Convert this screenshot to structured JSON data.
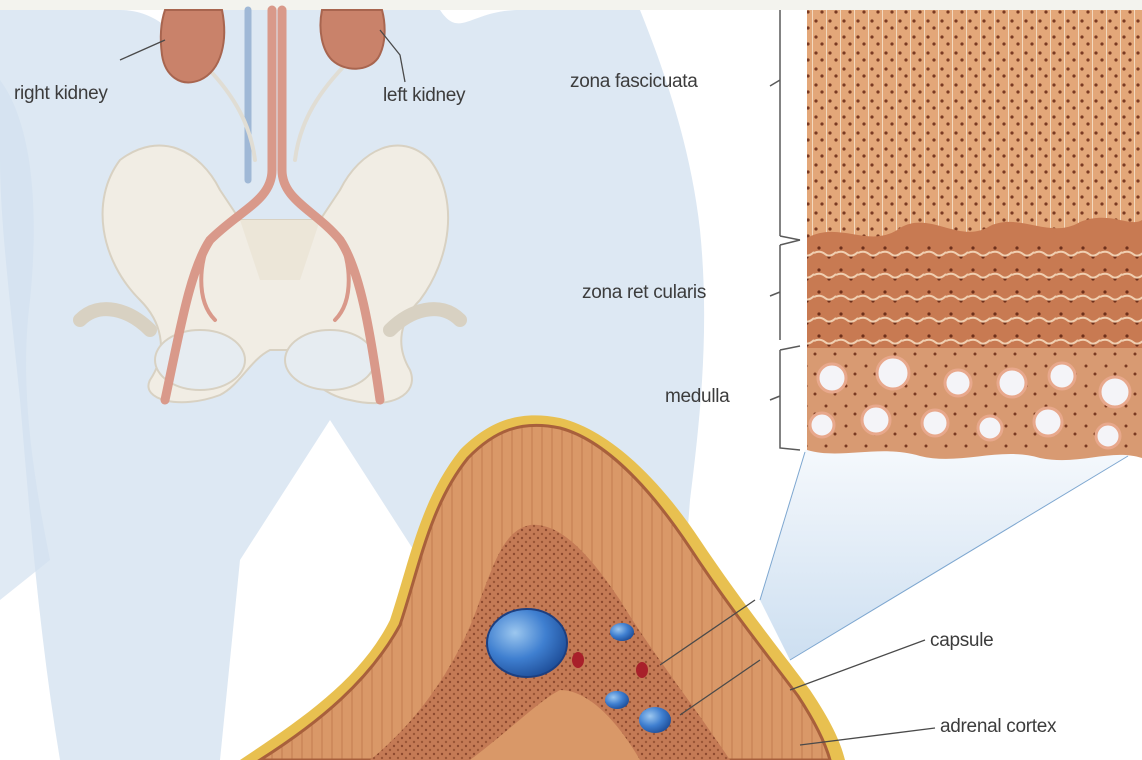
{
  "labels": {
    "right_kidney": "right kidney",
    "left_kidney": "left kidney",
    "zona_fasciculata": "zona fascicuata",
    "zona_reticularis": "zona ret cularis",
    "medulla": "medulla",
    "capsule": "capsule",
    "adrenal_cortex": "adrenal cortex"
  },
  "colors": {
    "background": "#ffffff",
    "body_silhouette": "#dce8f3",
    "bone": "#f1ede4",
    "kidney": "#c9826a",
    "vessel": "#d99a8c",
    "tissue": "#d99868",
    "tissue_dark": "#b86f46",
    "fat": "#e8c050",
    "vein_blue": "#3f7fd0",
    "text": "#3c3c3c"
  }
}
